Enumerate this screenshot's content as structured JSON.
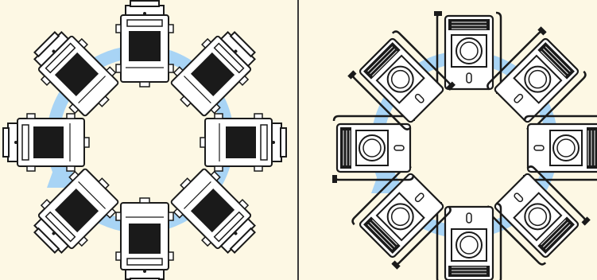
{
  "colors": {
    "background": "#fdf8e4",
    "divider": "#3a3a3a",
    "rotation_arrow": "#a8d4f5",
    "projector_body": "#ffffff",
    "projector_outline": "#1a1a1a",
    "grille": "#1a1a1a"
  },
  "icons": {
    "rotation_arrow": "circular-arrow-counterclockwise-icon",
    "projector": "projector-icon"
  },
  "panels": [
    {
      "id": "left",
      "view": "top",
      "projector_angles_deg": [
        0,
        45,
        90,
        135,
        180,
        225,
        270,
        315
      ]
    },
    {
      "id": "right",
      "view": "front",
      "projector_angles_deg": [
        0,
        45,
        90,
        135,
        180,
        225,
        270,
        315
      ]
    }
  ]
}
